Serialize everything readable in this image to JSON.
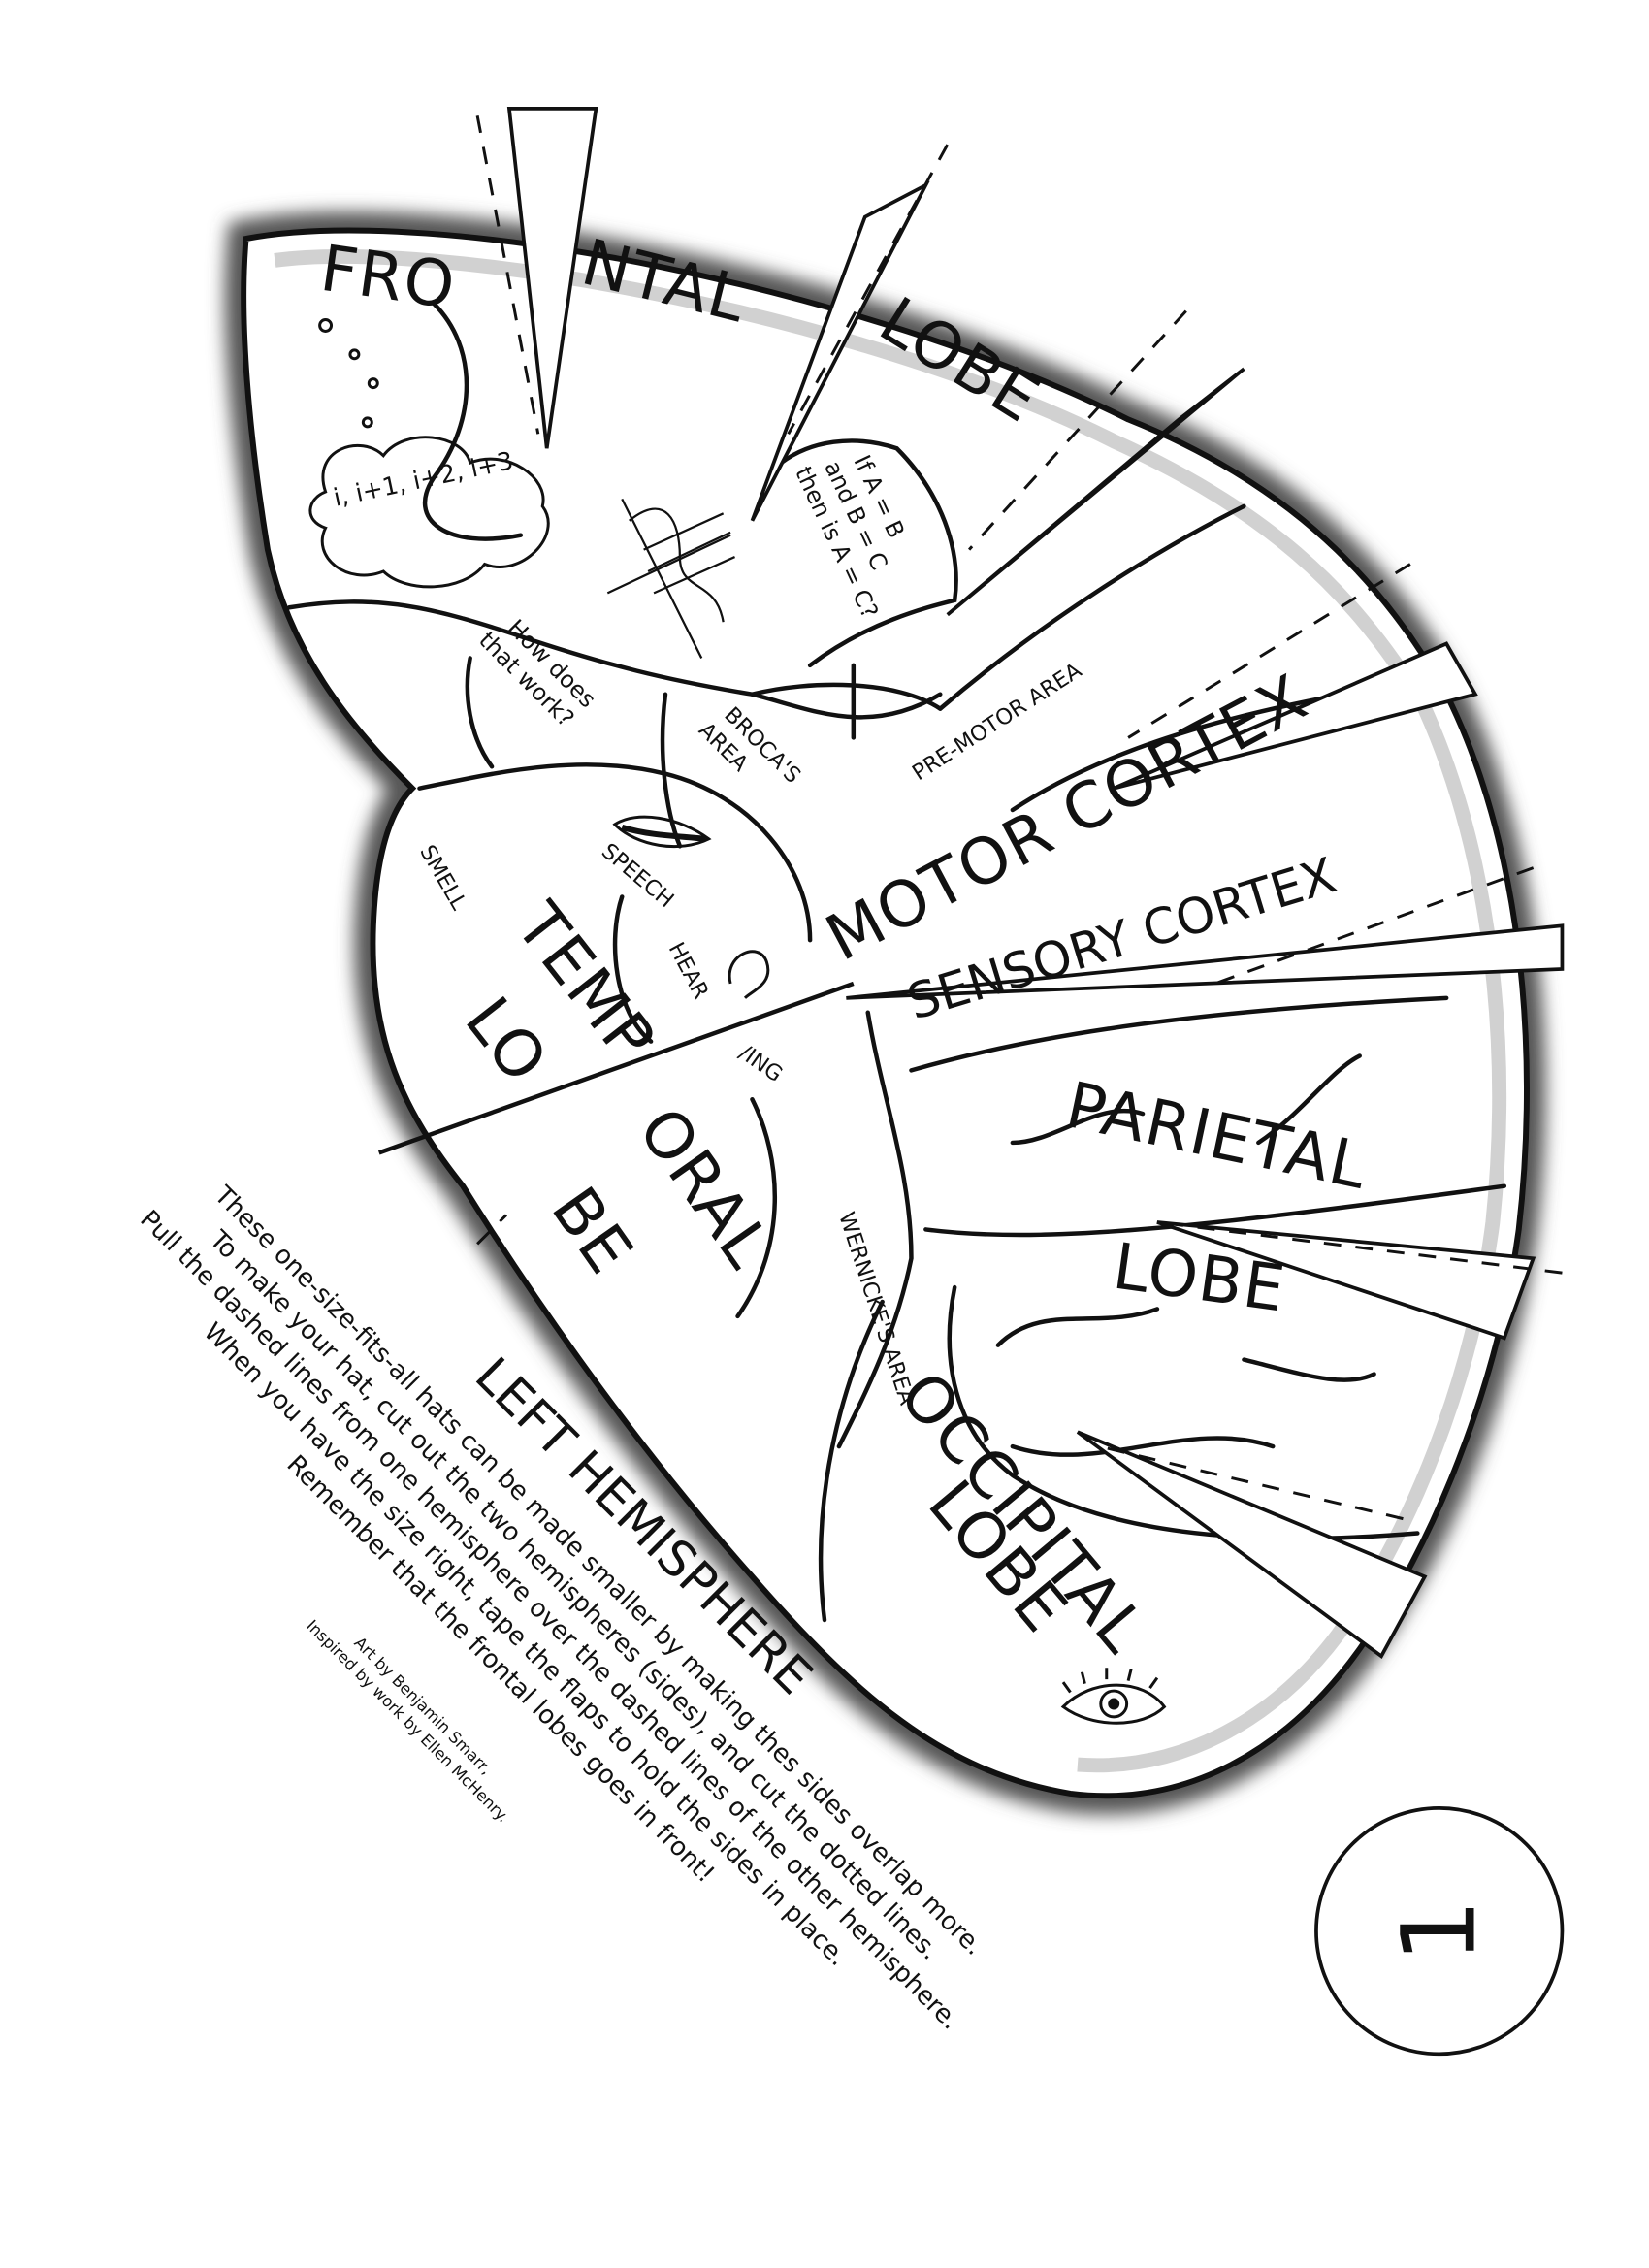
{
  "title": "LEFT HEMISPHERE",
  "instructions": [
    "These one-size-fits-all hats can be made smaller by making thes sides overlap more.",
    "To make your hat, cut out the two hemispheres (sides), and cut the dotted lines.",
    "Pull the dashed lines from one hemisphere over the dashed lines of the other hemisphere.",
    "When you have the size right, tape the flaps to hold the sides in place.",
    "Remember that the frontal lobes goes in front!"
  ],
  "credits": [
    "Art by Benjamin Smarr,",
    "Inspired by work by Ellen McHenry."
  ],
  "page_number": "1",
  "brain": {
    "frontal": [
      "FRO",
      "NTAL",
      "LOBE"
    ],
    "motor": "MOTOR CORTEX",
    "premotor": "PRE-MOTOR AREA",
    "sensory": "SENSORY CORTEX",
    "parietal": [
      "PARIETAL",
      "LOBE"
    ],
    "occipital": [
      "OCCIPITAL",
      "LOBE"
    ],
    "temporal": [
      "TEMP",
      "LO",
      "ORAL",
      "BE"
    ],
    "broca": [
      "BROCA'S",
      "AREA"
    ],
    "wernicke": "WERNICKE'S AREA",
    "logic": [
      "If A = B",
      "and B = C",
      "then is A = C?"
    ],
    "question": [
      "How does",
      "that work?"
    ],
    "speech": "SPEECH",
    "smell": "SMELL",
    "hear": "HEAR",
    "hearing_fragment": "/ING",
    "sequence": "i, i+1, i+2, i+3"
  }
}
